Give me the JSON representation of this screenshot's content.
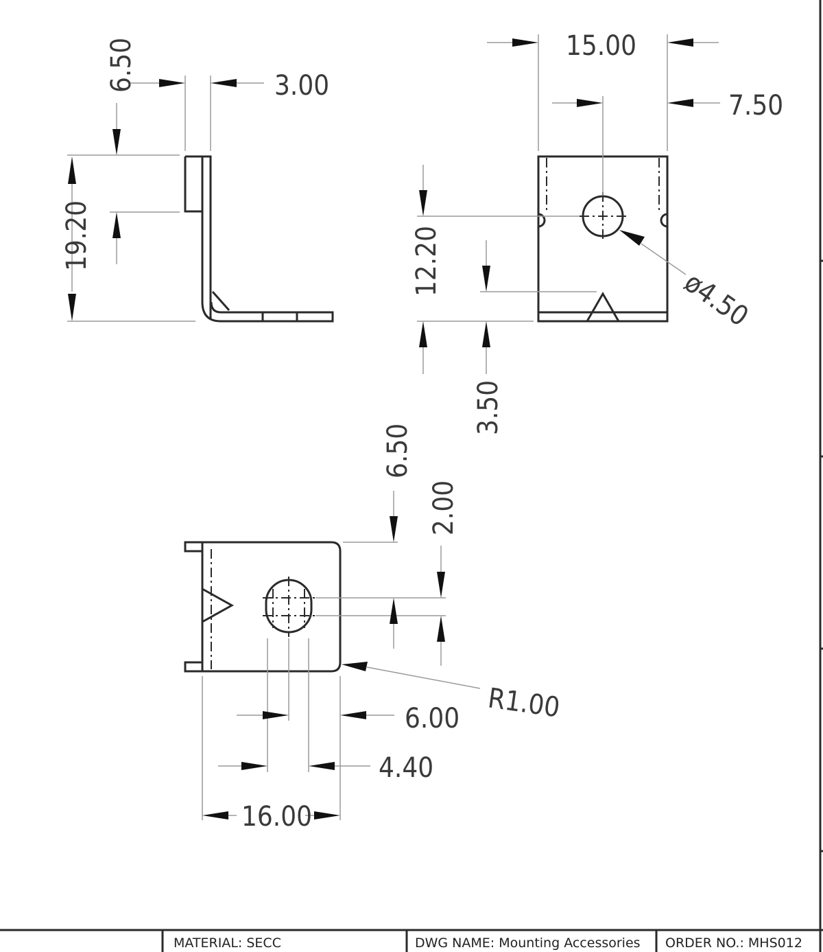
{
  "dimensions": {
    "side_top_gap": "6.50",
    "side_thickness": "3.00",
    "side_height": "19.20",
    "front_width": "15.00",
    "front_hole_offset": "7.50",
    "front_hole_height": "12.20",
    "front_hole_dia": "ø4.50",
    "front_base": "3.50",
    "bottom_top_gap": "6.50",
    "bottom_slot": "2.00",
    "bottom_radius": "R1.00",
    "bottom_hole_offset": "6.00",
    "bottom_slot_width": "4.40",
    "bottom_width": "16.00"
  },
  "title_block": {
    "material": "MATERIAL: SECC",
    "dwg_name": "DWG NAME: Mounting Accessories",
    "order_no": "ORDER NO.: MHS012"
  }
}
